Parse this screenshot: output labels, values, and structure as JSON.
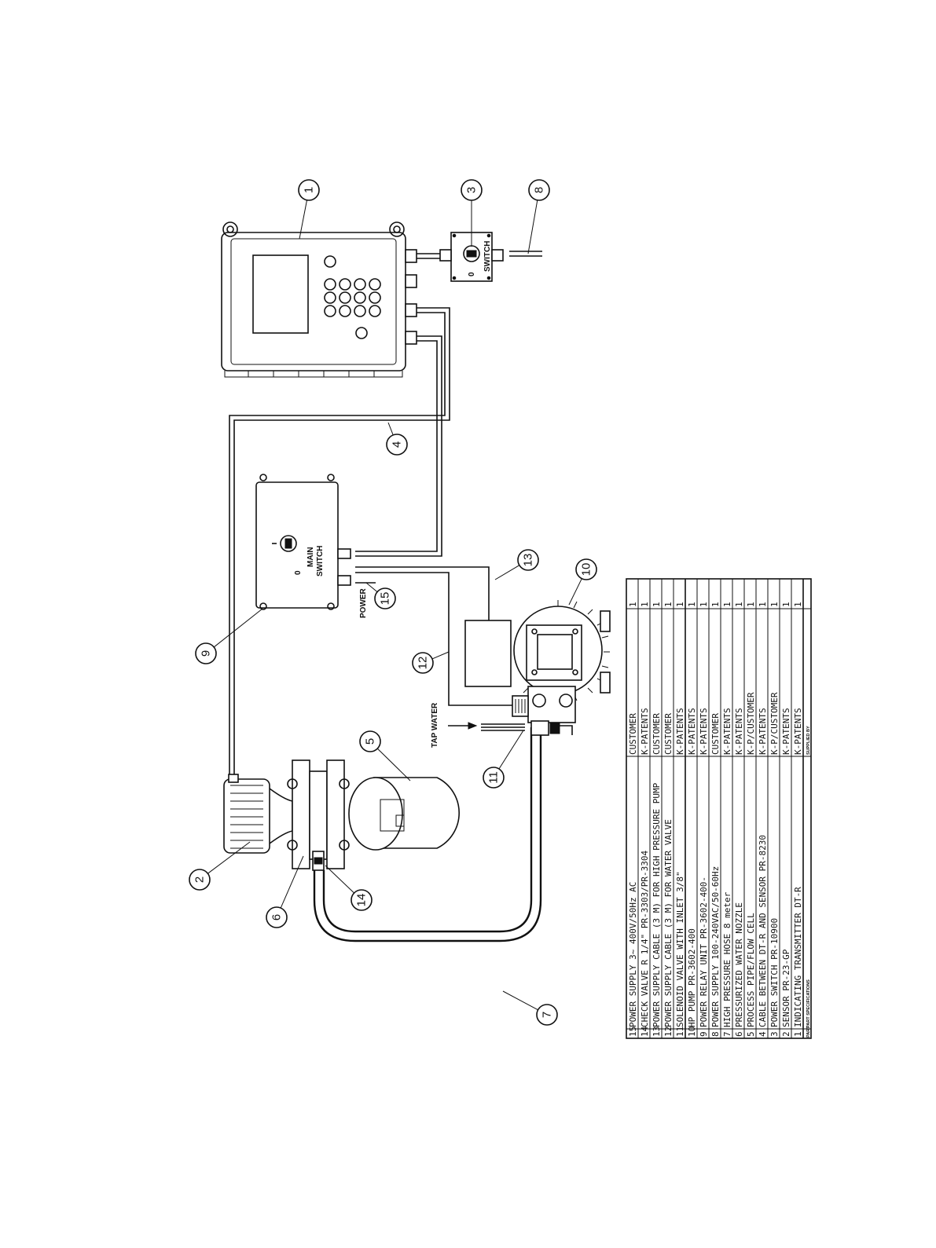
{
  "labels": {
    "switch": "SWITCH",
    "main_switch_line1": "MAIN",
    "main_switch_line2": "SWITCH",
    "power": "POWER",
    "tap_water": "TAP WATER",
    "zero": "0",
    "one": "I"
  },
  "callouts": [
    "1",
    "2",
    "3",
    "4",
    "5",
    "6",
    "7",
    "8",
    "9",
    "10",
    "11",
    "12",
    "13",
    "14",
    "15"
  ],
  "parts_table": {
    "rows": [
      {
        "part": "15",
        "spec": "POWER SUPPLY 3~ 400V/50Hz AC",
        "supplied_by": "CUSTOMER",
        "qty": "1"
      },
      {
        "part": "14",
        "spec": "CHECK VALVE R 1/4\" PR-3303/PR-3304",
        "supplied_by": "K-PATENTS",
        "qty": "1"
      },
      {
        "part": "13",
        "spec": "POWER SUPPLY CABLE (3 M) FOR HIGH PRESSURE PUMP",
        "supplied_by": "CUSTOMER",
        "qty": "1"
      },
      {
        "part": "12",
        "spec": "POWER SUPPLY CABLE (3 M) FOR WATER VALVE",
        "supplied_by": "CUSTOMER",
        "qty": "1"
      },
      {
        "part": "11",
        "spec": "SOLENOID VALVE WITH INLET 3/8\"",
        "supplied_by": "K-PATENTS",
        "qty": "1"
      },
      {
        "part": "10",
        "spec": "HP PUMP PR-3602-400",
        "supplied_by": "K-PATENTS",
        "qty": "1"
      },
      {
        "part": "9",
        "spec": "POWER RELAY UNIT PR-3602-400-",
        "supplied_by": "K-PATENTS",
        "qty": "1"
      },
      {
        "part": "8",
        "spec": "POWER SUPPLY 100-240VAC/50-60Hz",
        "supplied_by": "CUSTOMER",
        "qty": "1"
      },
      {
        "part": "7",
        "spec": "HIGH PRESSURE HOSE 8 meter",
        "supplied_by": "K-PATENTS",
        "qty": "1"
      },
      {
        "part": "6",
        "spec": "PRESSURIZED WATER NOZZLE",
        "supplied_by": "K-PATENTS",
        "qty": "1"
      },
      {
        "part": "5",
        "spec": "PROCESS PIPE/FLOW CELL",
        "supplied_by": "K-P/CUSTOMER",
        "qty": "1"
      },
      {
        "part": "4",
        "spec": "CABLE BETWEEN DT-R AND SENSOR PR-8230",
        "supplied_by": "K-PATENTS",
        "qty": "1"
      },
      {
        "part": "3",
        "spec": "POWER SWITCH PR-10900",
        "supplied_by": "K-P/CUSTOMER",
        "qty": "1"
      },
      {
        "part": "2",
        "spec": "SENSOR PR-23-GP",
        "supplied_by": "K-PATENTS",
        "qty": "1"
      },
      {
        "part": "1",
        "spec": "INDICATING TRANSMITTER DT-R",
        "supplied_by": "K-PATENTS",
        "qty": "1"
      }
    ],
    "header_part": "PART",
    "header_spec": "PART SPECIFICATIONS",
    "header_supplied": "SUPPLIED BY"
  }
}
